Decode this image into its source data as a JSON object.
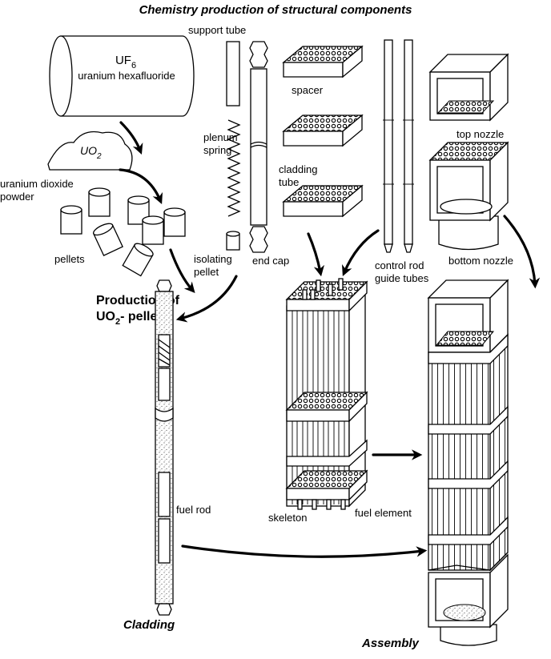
{
  "title": "Chemistry production of structural components",
  "labels": {
    "uf6_main": "UF",
    "uf6_sub": "6",
    "uranium_hexafluoride": "uranium hexafluoride",
    "uo2_main": "UO",
    "uo2_sub": "2",
    "uranium_dioxide_line1": "uranium dioxide",
    "uranium_dioxide_line2": "powder",
    "pellets": "pellets",
    "support_tube": "support tube",
    "plenum_line1": "plenum",
    "plenum_line2": "spring",
    "cladding_tube_line1": "cladding",
    "cladding_tube_line2": "tube",
    "isolating_line1": "isolating",
    "isolating_line2": "pellet",
    "end_cap": "end cap",
    "spacer": "spacer",
    "top_nozzle": "top nozzle",
    "bottom_nozzle": "bottom nozzle",
    "control_rod_line1": "control rod",
    "control_rod_line2": "guide tubes",
    "production_line1": "Production of",
    "production_line2_main": "UO",
    "production_line2_sub": "2",
    "production_line2_rest": "- pellets",
    "fuel_rod": "fuel rod",
    "skeleton": "skeleton",
    "fuel_element": "fuel element",
    "cladding": "Cladding",
    "assembly": "Assembly"
  }
}
